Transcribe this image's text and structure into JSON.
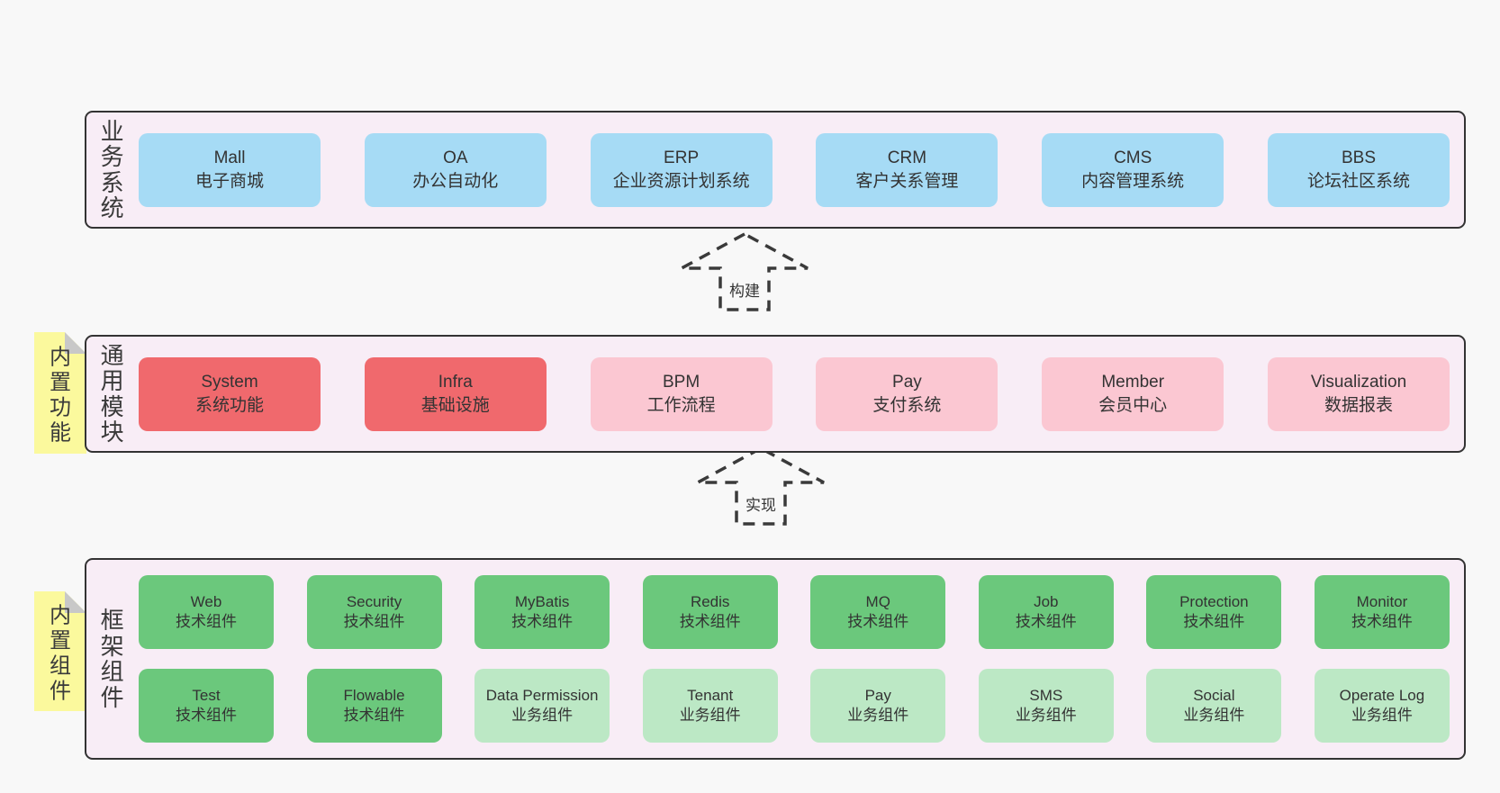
{
  "colors": {
    "page_background": "#f8f8f8",
    "panel_background": "#f8edf6",
    "panel_border": "#333333",
    "box_blue": "#a6dbf5",
    "box_red": "#f0696d",
    "box_pink": "#fbc7d2",
    "box_green": "#6bc87c",
    "box_green_light": "#bce8c5",
    "note_yellow": "#fbf99d",
    "note_fold_gray": "#c8c8c8",
    "text": "#333333"
  },
  "bands": [
    {
      "side_label": "业务系统",
      "note": null,
      "rows": [
        [
          {
            "en": "Mall",
            "zh": "电子商城",
            "type": "blue"
          },
          {
            "en": "OA",
            "zh": "办公自动化",
            "type": "blue"
          },
          {
            "en": "ERP",
            "zh": "企业资源计划系统",
            "type": "blue"
          },
          {
            "en": "CRM",
            "zh": "客户关系管理",
            "type": "blue"
          },
          {
            "en": "CMS",
            "zh": "内容管理系统",
            "type": "blue"
          },
          {
            "en": "BBS",
            "zh": "论坛社区系统",
            "type": "blue"
          }
        ]
      ]
    },
    {
      "side_label": "通用模块",
      "note": "内置功能",
      "rows": [
        [
          {
            "en": "System",
            "zh": "系统功能",
            "type": "red"
          },
          {
            "en": "Infra",
            "zh": "基础设施",
            "type": "red"
          },
          {
            "en": "BPM",
            "zh": "工作流程",
            "type": "pink"
          },
          {
            "en": "Pay",
            "zh": "支付系统",
            "type": "pink"
          },
          {
            "en": "Member",
            "zh": "会员中心",
            "type": "pink"
          },
          {
            "en": "Visualization",
            "zh": "数据报表",
            "type": "pink"
          }
        ]
      ]
    },
    {
      "side_label": "框架组件",
      "note": "内置组件",
      "rows": [
        [
          {
            "en": "Web",
            "zh": "技术组件",
            "type": "green"
          },
          {
            "en": "Security",
            "zh": "技术组件",
            "type": "green"
          },
          {
            "en": "MyBatis",
            "zh": "技术组件",
            "type": "green"
          },
          {
            "en": "Redis",
            "zh": "技术组件",
            "type": "green"
          },
          {
            "en": "MQ",
            "zh": "技术组件",
            "type": "green"
          },
          {
            "en": "Job",
            "zh": "技术组件",
            "type": "green"
          },
          {
            "en": "Protection",
            "zh": "技术组件",
            "type": "green"
          },
          {
            "en": "Monitor",
            "zh": "技术组件",
            "type": "green"
          }
        ],
        [
          {
            "en": "Test",
            "zh": "技术组件",
            "type": "green"
          },
          {
            "en": "Flowable",
            "zh": "技术组件",
            "type": "green"
          },
          {
            "en": "Data Permission",
            "zh": "业务组件",
            "type": "green-light"
          },
          {
            "en": "Tenant",
            "zh": "业务组件",
            "type": "green-light"
          },
          {
            "en": "Pay",
            "zh": "业务组件",
            "type": "green-light"
          },
          {
            "en": "SMS",
            "zh": "业务组件",
            "type": "green-light"
          },
          {
            "en": "Social",
            "zh": "业务组件",
            "type": "green-light"
          },
          {
            "en": "Operate Log",
            "zh": "业务组件",
            "type": "green-light"
          }
        ]
      ]
    }
  ],
  "arrows": [
    {
      "label": "构建"
    },
    {
      "label": "实现"
    }
  ]
}
